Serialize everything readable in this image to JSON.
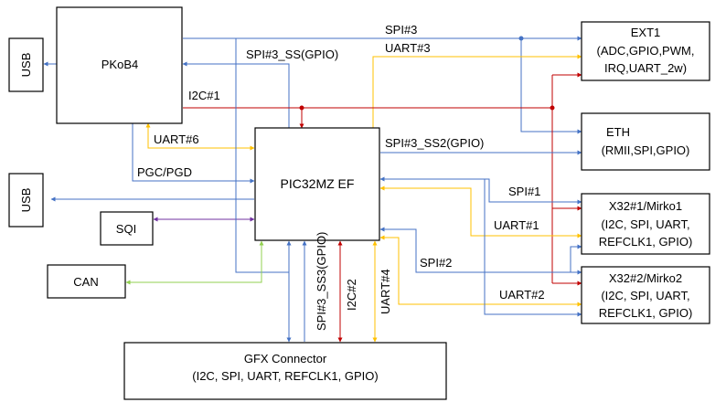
{
  "colors": {
    "blue": "#4472C4",
    "red": "#C00000",
    "yellow": "#FFC000",
    "purple": "#7030A0",
    "green": "#92D050",
    "black": "#000000"
  },
  "blocks": {
    "usb_top": "USB",
    "pkob4": "PKoB4",
    "usb_mid": "USB",
    "sqi": "SQI",
    "can": "CAN",
    "pic": "PIC32MZ EF",
    "gfx_title": "GFX Connector",
    "gfx_sub": "(I2C, SPI, UART, REFCLK1, GPIO)",
    "ext1_title": "EXT1",
    "ext1_line2": "(ADC,GPIO,PWM,",
    "ext1_line3": "IRQ,UART_2w)",
    "eth_title": "ETH",
    "eth_sub": "(RMII,SPI,GPIO)",
    "x1_title": "X32#1/Mirko1",
    "x1_line2": "(I2C, SPI, UART,",
    "x1_line3": "REFCLK1, GPIO)",
    "x2_title": "X32#2/Mirko2",
    "x2_line2": "(I2C, SPI, UART,",
    "x2_line3": "REFCLK1, GPIO)"
  },
  "signals": {
    "spi3": "SPI#3",
    "spi3_ss": "SPI#3_SS(GPIO)",
    "uart3": "UART#3",
    "i2c1": "I2C#1",
    "uart6": "UART#6",
    "pgc_pgd": "PGC/PGD",
    "spi3_ss2": "SPI#3_SS2(GPIO)",
    "spi1": "SPI#1",
    "uart1": "UART#1",
    "spi2": "SPI#2",
    "uart2": "UART#2",
    "spi3_ss3": "SPI#3_SS3(GPIO)",
    "i2c2": "I2C#2",
    "uart4": "UART#4"
  }
}
